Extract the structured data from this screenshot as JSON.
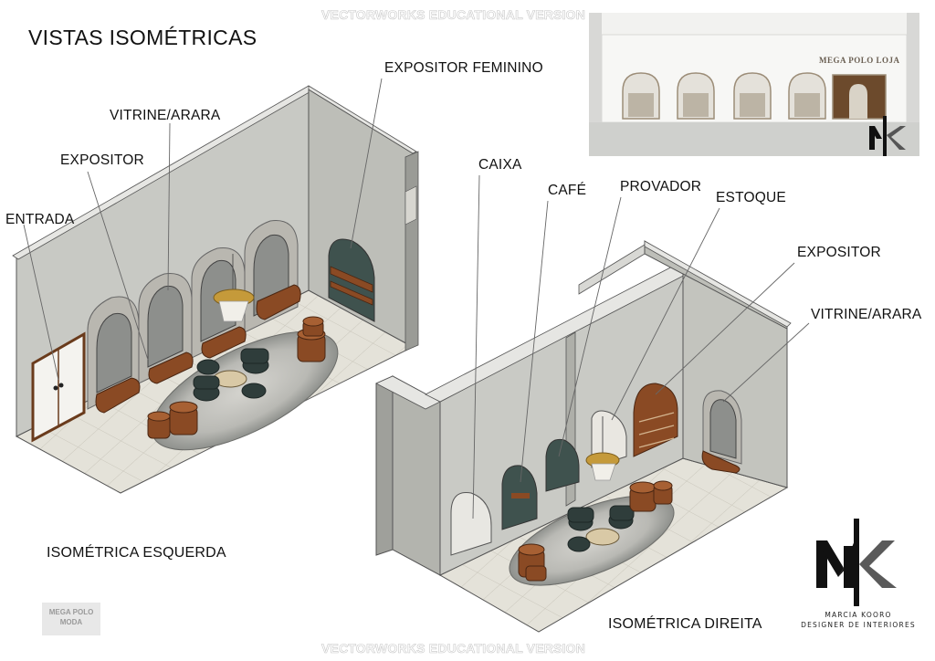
{
  "watermark_top": "VECTORWORKS EDUCATIONAL VERSION",
  "watermark_bottom": "VECTORWORKS EDUCATIONAL VERSION",
  "title": "VISTAS ISOMÉTRICAS",
  "left_view": {
    "caption": "ISOMÉTRICA ESQUERDA",
    "labels": {
      "expositor_feminino": "EXPOSITOR FEMININO",
      "vitrine_arara": "VITRINE/ARARA",
      "expositor": "EXPOSITOR",
      "entrada": "ENTRADA"
    }
  },
  "right_view": {
    "caption": "ISOMÉTRICA DIREITA",
    "labels": {
      "caixa": "CAIXA",
      "cafe": "CAFÉ",
      "provador": "PROVADOR",
      "estoque": "ESTOQUE",
      "expositor": "EXPOSITOR",
      "vitrine_arara": "VITRINE/ARARA"
    }
  },
  "facade_photo": {
    "store_name": "MEGA POLO LOJA",
    "logo": "MK"
  },
  "stamp": {
    "line1": "MEGA POLO",
    "line2": "MODA"
  },
  "brand": {
    "logo": "MK",
    "name": "MARCIA KOORO",
    "subtitle": "DESIGNER DE INTERIORES"
  },
  "colors": {
    "wall": "#c9cac5",
    "wall_dark": "#aeafa9",
    "floor": "#e3e1d8",
    "wood": "#8a4a24",
    "green": "#3f524e",
    "gold": "#c59a3a"
  }
}
